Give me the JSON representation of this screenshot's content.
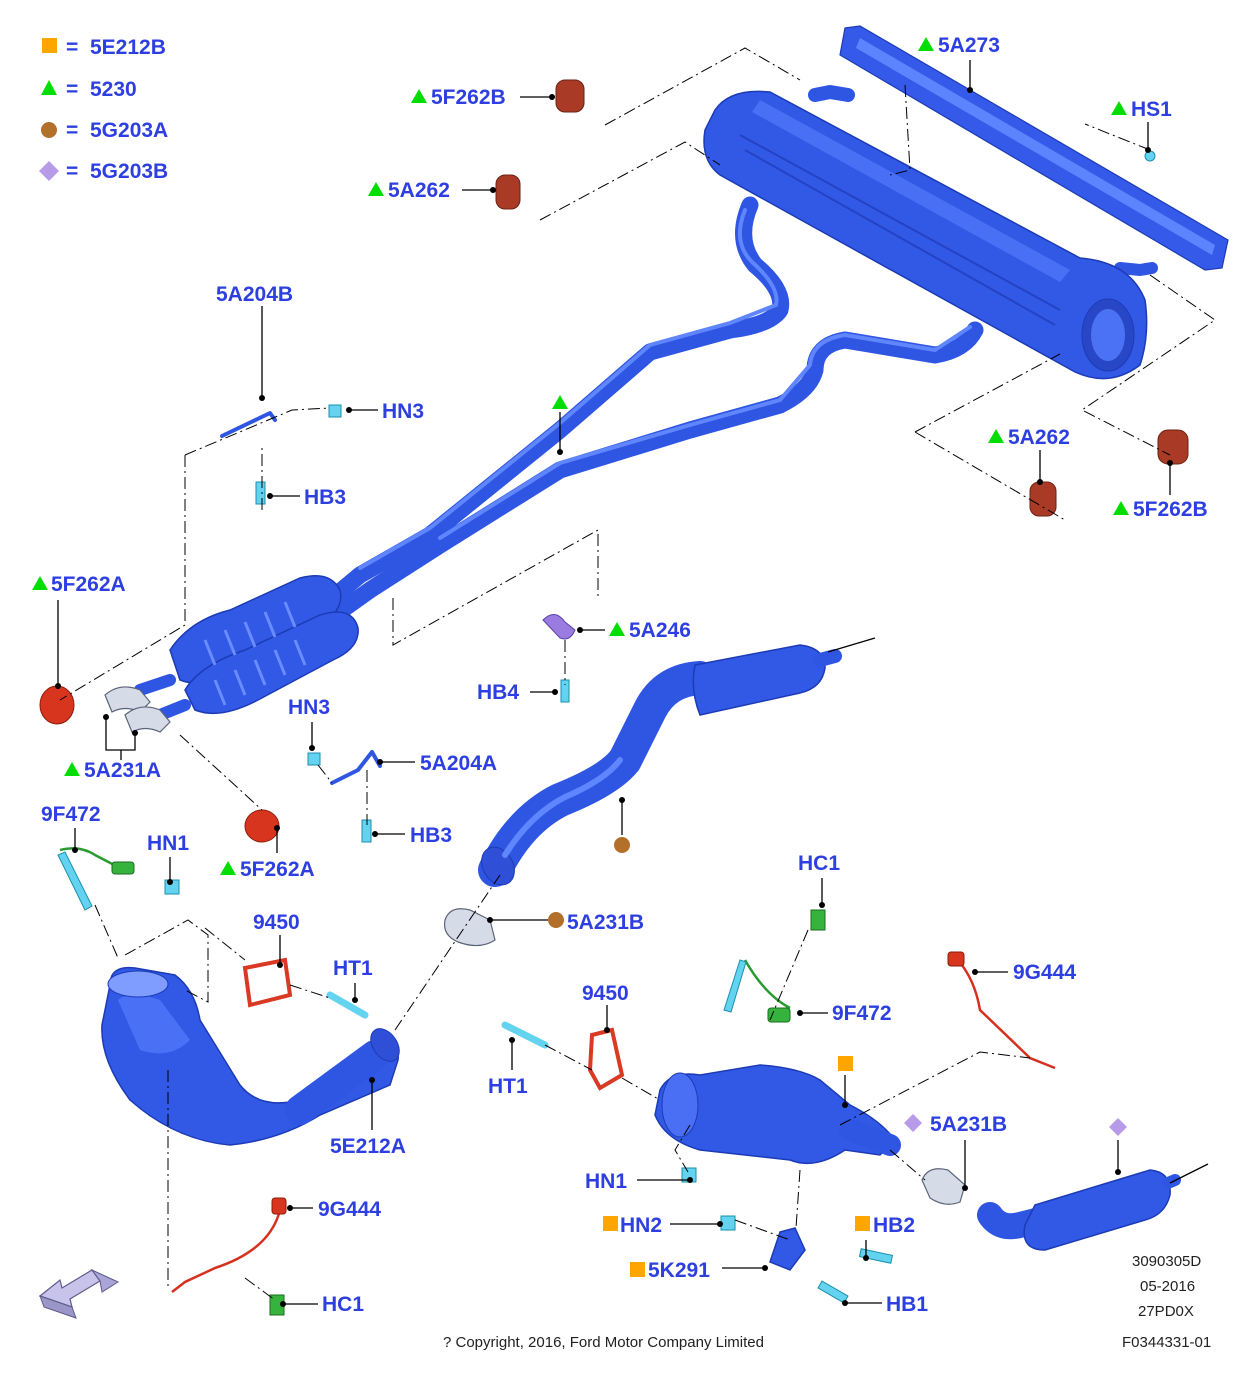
{
  "legend": [
    {
      "symbol": "orange-square",
      "color": "#ffa500",
      "eq": "=",
      "code": "5E212B"
    },
    {
      "symbol": "green-triangle",
      "color": "#00dd00",
      "eq": "=",
      "code": "5230"
    },
    {
      "symbol": "brown-circle",
      "color": "#b2702a",
      "eq": "=",
      "code": "5G203A"
    },
    {
      "symbol": "purple-diamond",
      "color": "#b89be8",
      "eq": "=",
      "code": "5G203B"
    }
  ],
  "labels": {
    "l_5a273": "5A273",
    "l_5f262b_top": "5F262B",
    "l_hs1": "HS1",
    "l_5a262_top": "5A262",
    "l_5a204b": "5A204B",
    "l_hn3_top": "HN3",
    "l_hb3_top": "HB3",
    "l_5a262_right": "5A262",
    "l_5f262b_right": "5F262B",
    "l_5f262a_left": "5F262A",
    "l_5a246": "5A246",
    "l_hb4": "HB4",
    "l_5a231a": "5A231A",
    "l_hn3_mid": "HN3",
    "l_5a204a": "5A204A",
    "l_hb3_mid": "HB3",
    "l_9f472_left": "9F472",
    "l_hn1_left": "HN1",
    "l_5f262a_mid": "5F262A",
    "l_5a231b_mid": "5A231B",
    "l_9450_left": "9450",
    "l_ht1_left": "HT1",
    "l_hc1_right": "HC1",
    "l_9g444_right": "9G444",
    "l_9450_right": "9450",
    "l_9f472_right": "9F472",
    "l_ht1_right": "HT1",
    "l_5a231b_right": "5A231B",
    "l_5e212a": "5E212A",
    "l_hn1_right": "HN1",
    "l_9g444_left": "9G444",
    "l_hn2": "HN2",
    "l_hb2": "HB2",
    "l_5k291": "5K291",
    "l_hb1": "HB1",
    "l_hc1_left": "HC1"
  },
  "footer": {
    "copyright": "? Copyright, 2016, Ford Motor Company Limited",
    "code1": "3090305D",
    "date": "05-2016",
    "code2": "27PD0X",
    "code3": "F0344331-01"
  },
  "arrow": {
    "icon": "front-direction-arrow-icon",
    "color": "#c8c3ea"
  }
}
